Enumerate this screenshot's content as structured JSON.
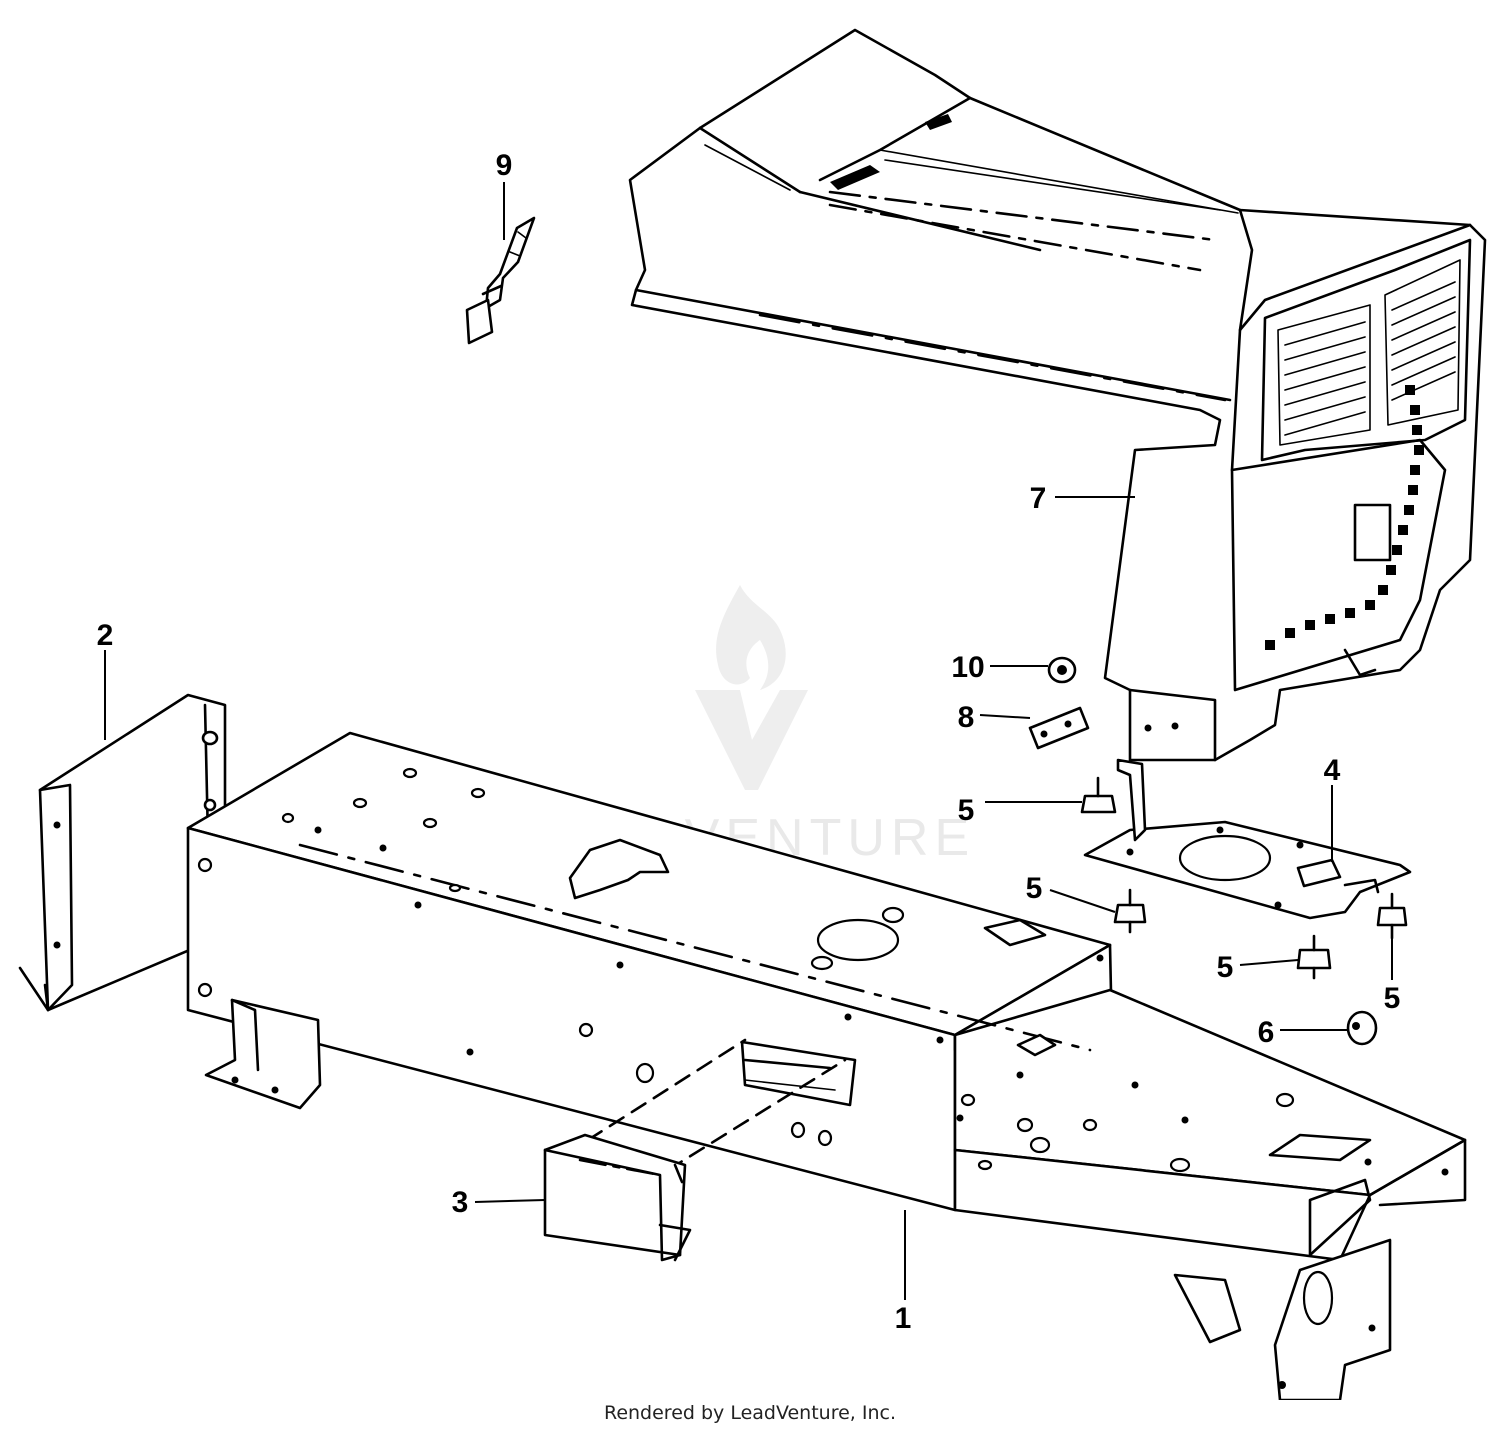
{
  "diagram": {
    "callouts": [
      {
        "id": "c1",
        "label": "1"
      },
      {
        "id": "c2",
        "label": "2"
      },
      {
        "id": "c3",
        "label": "3"
      },
      {
        "id": "c4",
        "label": "4"
      },
      {
        "id": "c5a",
        "label": "5"
      },
      {
        "id": "c5b",
        "label": "5"
      },
      {
        "id": "c5c",
        "label": "5"
      },
      {
        "id": "c5d",
        "label": "5"
      },
      {
        "id": "c6",
        "label": "6"
      },
      {
        "id": "c7",
        "label": "7"
      },
      {
        "id": "c8",
        "label": "8"
      },
      {
        "id": "c9",
        "label": "9"
      },
      {
        "id": "c10",
        "label": "10"
      }
    ]
  },
  "watermark": {
    "text": "LEADVENTURE"
  },
  "footer": {
    "credit": "Rendered by LeadVenture, Inc."
  }
}
